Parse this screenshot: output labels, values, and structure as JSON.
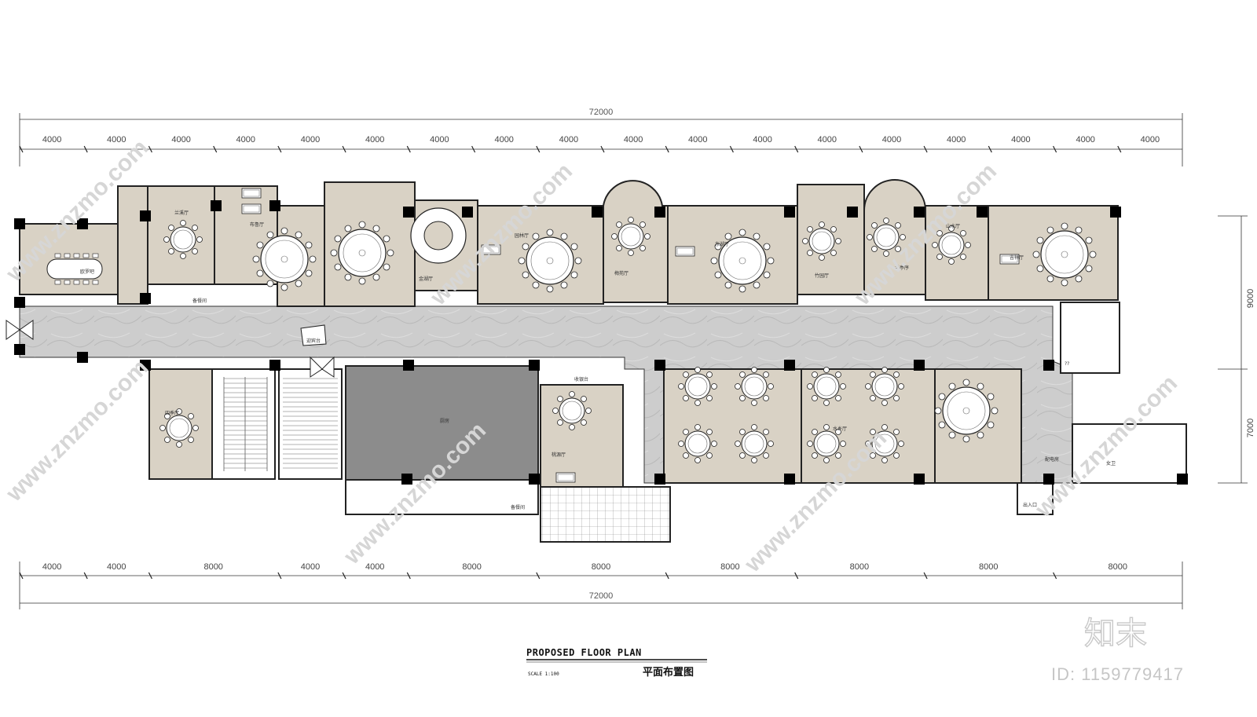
{
  "dimensions": {
    "total_top": "72000",
    "total_bottom": "72000",
    "top_segments": [
      "4000",
      "4000",
      "4000",
      "4000",
      "4000",
      "4000",
      "4000",
      "4000",
      "4000",
      "4000",
      "4000",
      "4000",
      "4000",
      "4000",
      "4000",
      "4000",
      "4000",
      "4000"
    ],
    "bottom_segments": [
      "4000",
      "4000",
      "8000",
      "4000",
      "4000",
      "8000",
      "8000",
      "8000",
      "8000",
      "8000",
      "8000"
    ],
    "right_segments": [
      "9000",
      "7000"
    ]
  },
  "rooms": {
    "r1": "欧罗吧",
    "r2": "兰溪厅",
    "r3": "布鲁厅",
    "r4": "金湖厅",
    "r5": "园林厅",
    "r6": "梅苑厅",
    "r7": "东湖厅",
    "r8": "竹园厅",
    "r9": "兰亭序",
    "r10": "山水厅",
    "r11": "吉祥厅",
    "r12": "四季厅",
    "r13": "收银台",
    "r14": "桃源厅",
    "r15": "水乡厅",
    "r16": "配电房",
    "r17": "女卫",
    "r18": "出入口",
    "r19": "迎宾台",
    "r20": "备餐间",
    "r21": "厨房",
    "r22": "备餐间",
    "r23": "??"
  },
  "watermark": "www.znzmo.com",
  "title": {
    "en": "PROPOSED FLOOR PLAN",
    "scale": "SCALE 1:100",
    "cn": "平面布置图"
  },
  "brand": {
    "logo": "知末",
    "id": "ID: 1159779417"
  },
  "colors": {
    "room_fill": "#d9d2c5",
    "corridor_fill": "#cfcfcf",
    "kitchen_fill": "#8c8c8c",
    "wall": "#222222",
    "column": "#000000"
  }
}
